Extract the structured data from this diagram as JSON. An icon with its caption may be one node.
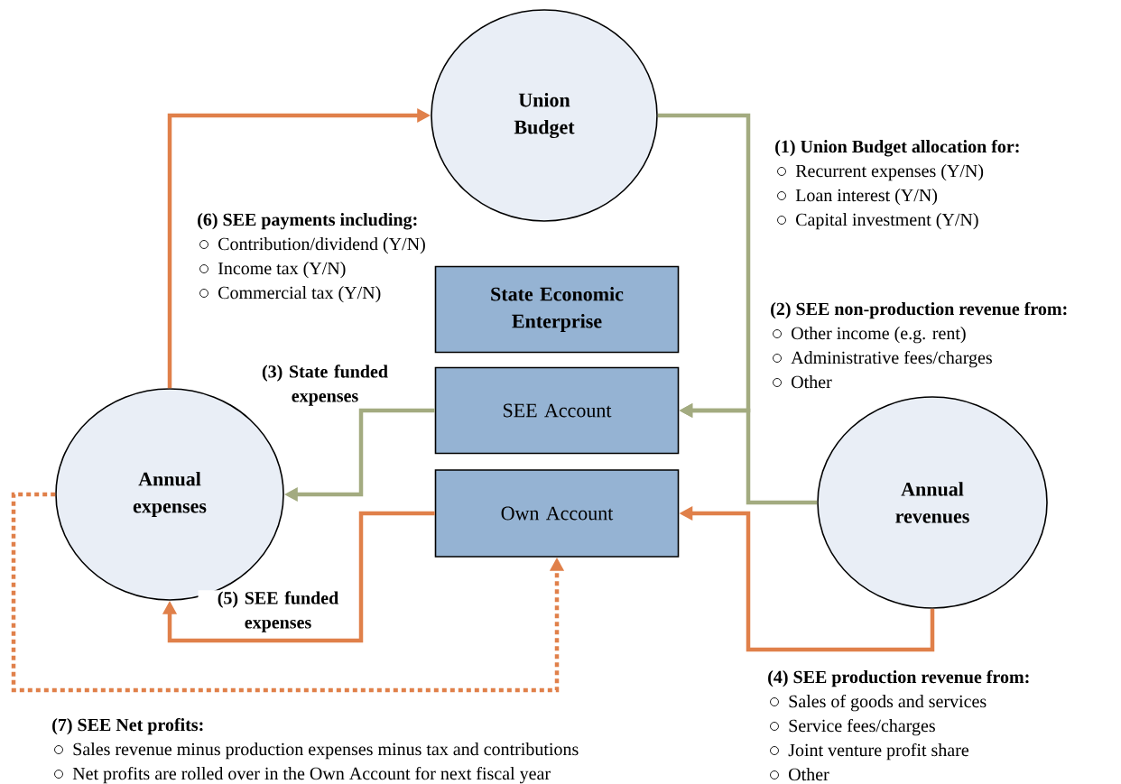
{
  "diagram": {
    "nodes": [
      {
        "text": [
          "Union Budget"
        ]
      },
      {
        "text": [
          "State Economic Enterprise"
        ]
      },
      {
        "text": [
          "SEE Account"
        ]
      },
      {
        "text": [
          "Own Account"
        ]
      },
      {
        "text": [
          "Annual expenses"
        ]
      },
      {
        "text": [
          "Annual revenues"
        ]
      }
    ],
    "edges": [
      {
        "from": 4,
        "to": 0,
        "arrow": "to"
      },
      {
        "from": 0,
        "to": 2,
        "arrow": "to",
        "color": "#a3ab80"
      },
      {
        "from": 5,
        "to": 2,
        "arrow": "to",
        "color": "#a3ab80"
      },
      {
        "from": 2,
        "to": 4,
        "arrow": "to",
        "label": "(3) State funded expenses",
        "color": "#a3ab80"
      },
      {
        "from": 5,
        "to": 3,
        "arrow": "to"
      },
      {
        "from": 3,
        "to": 4,
        "arrow": "to",
        "label": "(5) SEE funded expenses"
      },
      {
        "from": 4,
        "to": 3,
        "arrow": "to",
        "style": "dashed"
      }
    ],
    "labels": [
      "(1) Union Budget allocation for:",
      "Recurrent expenses (Y/N)",
      "Loan interest (Y/N)",
      "Capital investment (Y/N)",
      "(6) SEE payments including:",
      "Contribution/dividend (Y/N)",
      "Income tax (Y/N)",
      "Commercial tax (Y/N)",
      "(2) SEE non-production revenue from:",
      "Other income (e.g. rent)",
      "Administrative fees/charges",
      "Other",
      "(4) SEE production revenue from:",
      "Sales of goods and services",
      "Service fees/charges",
      "Joint venture profit share",
      "Other",
      "(7) SEE Net profits:",
      "Sales revenue minus production expenses minus tax and contributions",
      "Net profits are rolled over in the Own Account for next fiscal year"
    ]
  }
}
